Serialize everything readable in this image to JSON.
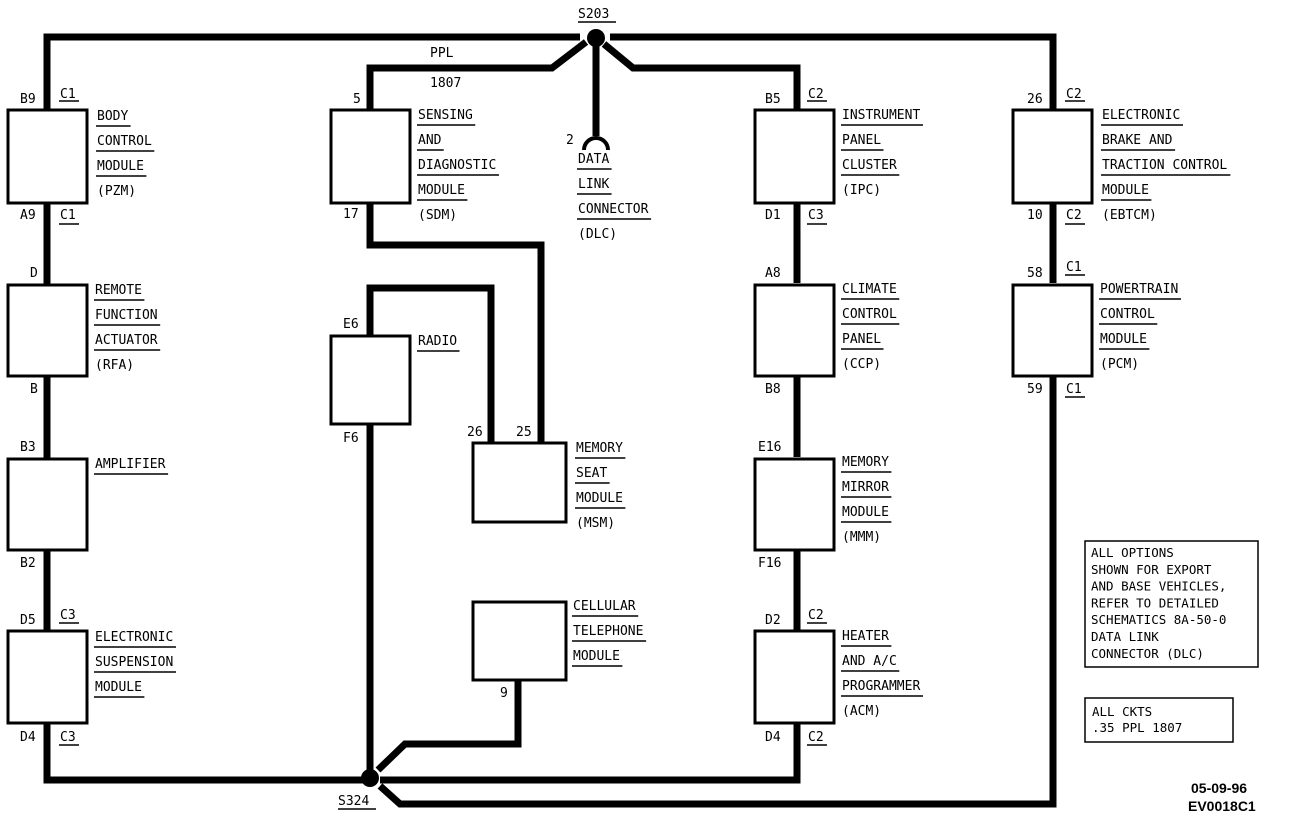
{
  "splices": {
    "top": "S203",
    "bottom": "S324"
  },
  "wire": {
    "color": "PPL",
    "circuit": "1807"
  },
  "modules": {
    "bcm": {
      "pin_top": "B9",
      "conn_top": "C1",
      "pin_bot": "A9",
      "conn_bot": "C1",
      "label": [
        "BODY",
        "CONTROL",
        "MODULE",
        "(PZM)"
      ]
    },
    "rfa": {
      "pin_top": "D",
      "pin_bot": "B",
      "label": [
        "REMOTE",
        "FUNCTION",
        "ACTUATOR",
        "(RFA)"
      ]
    },
    "amp": {
      "pin_top": "B3",
      "pin_bot": "B2",
      "label": [
        "AMPLIFIER"
      ]
    },
    "esm": {
      "pin_top": "D5",
      "conn_top": "C3",
      "pin_bot": "D4",
      "conn_bot": "C3",
      "label": [
        "ELECTRONIC",
        "SUSPENSION",
        "MODULE"
      ]
    },
    "sdm": {
      "pin_top": "5",
      "pin_bot": "17",
      "label": [
        "SENSING",
        "AND",
        "DIAGNOSTIC",
        "MODULE",
        "(SDM)"
      ]
    },
    "radio": {
      "pin_top": "E6",
      "pin_bot": "F6",
      "label": [
        "RADIO"
      ]
    },
    "msm": {
      "pin_a": "26",
      "pin_b": "25",
      "label": [
        "MEMORY",
        "SEAT",
        "MODULE",
        "(MSM)"
      ]
    },
    "phone": {
      "pin": "9",
      "label": [
        "CELLULAR",
        "TELEPHONE",
        "MODULE"
      ]
    },
    "dlc": {
      "pin": "2",
      "label": [
        "DATA",
        "LINK",
        "CONNECTOR",
        "(DLC)"
      ]
    },
    "ipc": {
      "pin_top": "B5",
      "conn_top": "C2",
      "pin_bot": "D1",
      "conn_bot": "C3",
      "label": [
        "INSTRUMENT",
        "PANEL",
        "CLUSTER",
        "(IPC)"
      ]
    },
    "ccp": {
      "pin_top": "A8",
      "pin_bot": "B8",
      "label": [
        "CLIMATE",
        "CONTROL",
        "PANEL",
        "(CCP)"
      ]
    },
    "mmm": {
      "pin_top": "E16",
      "pin_bot": "F16",
      "label": [
        "MEMORY",
        "MIRROR",
        "MODULE",
        "(MMM)"
      ]
    },
    "acm": {
      "pin_top": "D2",
      "conn_top": "C2",
      "pin_bot": "D4",
      "conn_bot": "C2",
      "label": [
        "HEATER",
        "AND A/C",
        "PROGRAMMER",
        "(ACM)"
      ]
    },
    "ebtcm": {
      "pin_top": "26",
      "conn_top": "C2",
      "pin_bot": "10",
      "conn_bot": "C2",
      "label": [
        "ELECTRONIC",
        "BRAKE AND",
        "TRACTION CONTROL",
        "MODULE",
        "(EBTCM)"
      ]
    },
    "pcm": {
      "pin_top": "58",
      "conn_top": "C1",
      "pin_bot": "59",
      "conn_bot": "C1",
      "label": [
        "POWERTRAIN",
        "CONTROL",
        "MODULE",
        "(PCM)"
      ]
    }
  },
  "notes": {
    "options": [
      "ALL OPTIONS",
      "SHOWN FOR EXPORT",
      "AND BASE VEHICLES,",
      "REFER TO DETAILED",
      "SCHEMATICS 8A-50-0",
      "DATA LINK",
      "CONNECTOR (DLC)"
    ],
    "ckts": [
      "ALL CKTS",
      ".35 PPL 1807"
    ]
  },
  "footer": {
    "date": "05-09-96",
    "code": "EV0018C1"
  }
}
